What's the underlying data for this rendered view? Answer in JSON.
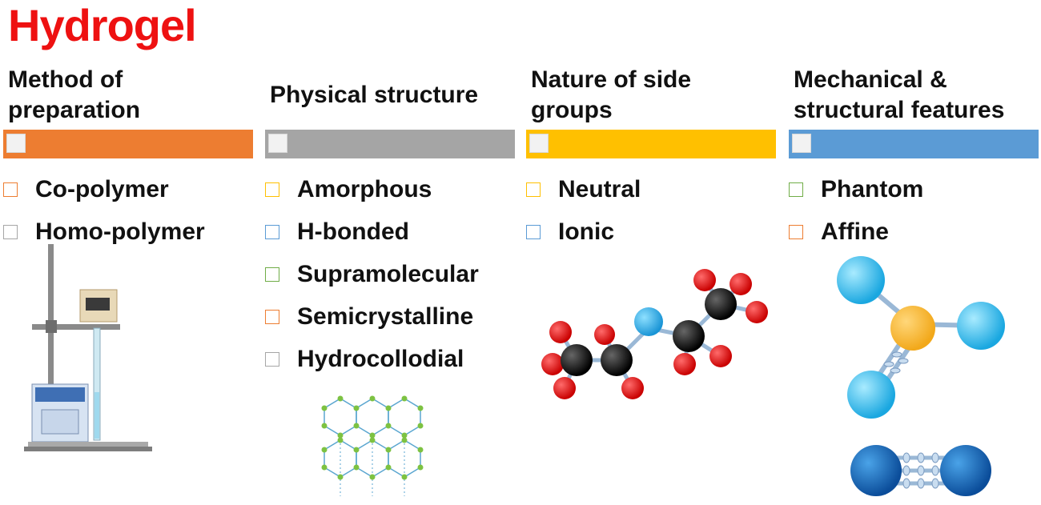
{
  "title": "Hydrogel",
  "columns": [
    {
      "heading": "Method of preparation",
      "color": "#ed7d31",
      "items": [
        {
          "label": "Co-polymer",
          "box": "#ed7d31"
        },
        {
          "label": "Homo-polymer",
          "box": "#a6a6a6"
        }
      ]
    },
    {
      "heading": "Physical structure",
      "color": "#a5a5a5",
      "items": [
        {
          "label": "Amorphous",
          "box": "#ffc000"
        },
        {
          "label": "H-bonded",
          "box": "#5b9bd5"
        },
        {
          "label": "Supramolecular",
          "box": "#70ad47"
        },
        {
          "label": "Semicrystalline",
          "box": "#ed7d31"
        },
        {
          "label": "Hydrocollodial",
          "box": "#a6a6a6"
        }
      ]
    },
    {
      "heading": "Nature of side groups",
      "color": "#ffc000",
      "items": [
        {
          "label": "Neutral",
          "box": "#ffc000"
        },
        {
          "label": "Ionic",
          "box": "#5b9bd5"
        }
      ]
    },
    {
      "heading": "Mechanical & structural features",
      "color": "#5b9bd5",
      "items": [
        {
          "label": "Phantom",
          "box": "#70ad47"
        },
        {
          "label": "Affine",
          "box": "#ed7d31"
        }
      ]
    }
  ],
  "illustrations": {
    "lab_apparatus": "lab-stand-icon",
    "hexagonal_network": "honeycomb-network-icon",
    "molecule": "ball-and-stick-molecule-icon",
    "network_node": "crosslink-node-icon",
    "dumbbell": "dumbbell-crosslink-icon"
  }
}
